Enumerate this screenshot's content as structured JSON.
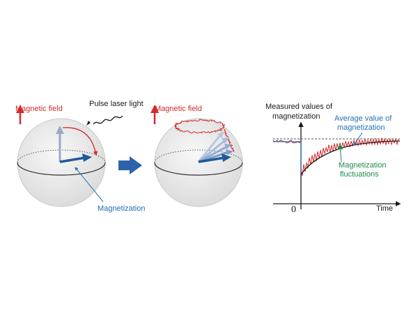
{
  "colors": {
    "red": "#d42a2a",
    "blue": "#1f6fb5",
    "green": "#1d8a4a",
    "dark": "#1a1a1a",
    "sphere": "#ededed"
  },
  "panel1": {
    "field_label": "Magnetic field",
    "laser_label": "Pulse laser light",
    "magnetization_label": "Magnetization"
  },
  "panel2": {
    "field_label": "Magnetic field"
  },
  "graph": {
    "ylabel_line1": "Measured values of",
    "ylabel_line2": "magnetization",
    "xlabel": "Time",
    "origin_label": "0",
    "average_label_line1": "Average value of",
    "average_label_line2": "magnetization",
    "fluctuation_label_line1": "Magnetization",
    "fluctuation_label_line2": "fluctuations"
  },
  "icons": [
    "arrow-up-icon",
    "wave-icon",
    "arrow-right-icon",
    "magnetization-vector-icon"
  ]
}
